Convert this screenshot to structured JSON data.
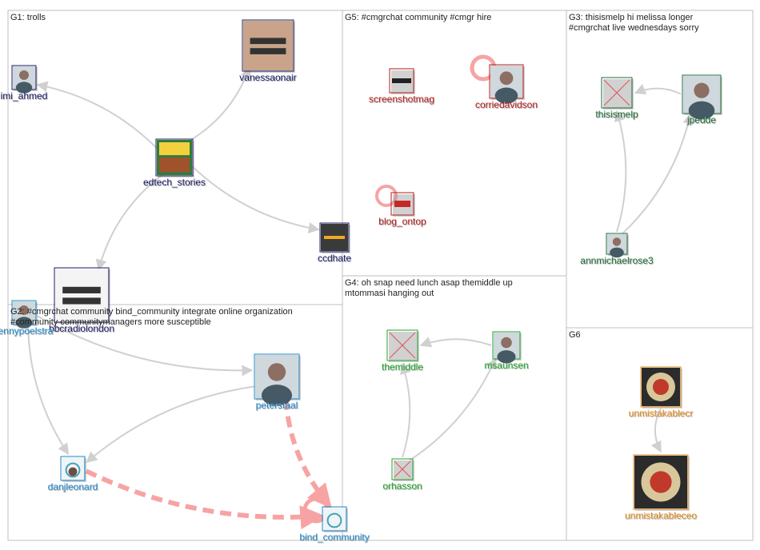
{
  "colors": {
    "border": "#bfbfbf",
    "edge": "#d0d0d0",
    "edge_strong": "#f7a3a3",
    "G1": "#1a1a66",
    "G2": "#1f86c9",
    "G3": "#1d6b34",
    "G4": "#1fa32a",
    "G5": "#b31b1b",
    "G6": "#e08a1a"
  },
  "groups": [
    {
      "id": "G1",
      "label": "G1: trolls"
    },
    {
      "id": "G2",
      "label": "G2: #cmgrchat community bind_community integrate online organization #community communitymanagers more susceptible"
    },
    {
      "id": "G3",
      "label": "G3: thisismelp hi melissa longer #cmgrchat live wednesdays sorry"
    },
    {
      "id": "G4",
      "label": "G4: oh snap need lunch asap themiddle up mtommasi hanging out"
    },
    {
      "id": "G5",
      "label": "G5: #cmgrchat community #cmgr hire"
    },
    {
      "id": "G6",
      "label": "G6"
    }
  ],
  "nodes": [
    {
      "id": "imi_ahmed",
      "label": "imi_ahmed",
      "group": "G1",
      "icon": "person-photo-icon"
    },
    {
      "id": "vanessaonair",
      "label": "vanessaonair",
      "group": "G1",
      "icon": "bbc-radio-london-photo-icon"
    },
    {
      "id": "edtech_stories",
      "label": "edtech_stories",
      "group": "G1",
      "icon": "tech-logo-icon"
    },
    {
      "id": "ccdhate",
      "label": "ccdhate",
      "group": "G1",
      "icon": "ccdh-logo-icon"
    },
    {
      "id": "bbcradiolondon",
      "label": "bbcradiolondon",
      "group": "G1",
      "icon": "bbc-radio-london-logo-icon"
    },
    {
      "id": "rennypoelstra",
      "label": "rennypoelstra",
      "group": "G2",
      "icon": "person-photo-icon"
    },
    {
      "id": "peterstaal",
      "label": "peterstaal",
      "group": "G2",
      "icon": "person-photo-icon"
    },
    {
      "id": "danjleonard",
      "label": "danjleonard",
      "group": "G2",
      "icon": "bind-person-icon"
    },
    {
      "id": "bind_community",
      "label": "bind_community",
      "group": "G2",
      "icon": "bind-logo-icon"
    },
    {
      "id": "screenshotmag",
      "label": "screenshotmag",
      "group": "G5",
      "icon": "screenshot-logo-icon"
    },
    {
      "id": "corriedavidson",
      "label": "corriedavidson",
      "group": "G5",
      "icon": "person-photo-icon"
    },
    {
      "id": "blog_ontop",
      "label": "blog_ontop",
      "group": "G5",
      "icon": "bot-logo-icon"
    },
    {
      "id": "thisismelp",
      "label": "thisismelp",
      "group": "G3",
      "icon": "broken-image-icon"
    },
    {
      "id": "jpedde",
      "label": "jpedde",
      "group": "G3",
      "icon": "person-photo-icon"
    },
    {
      "id": "annmichaelrose3",
      "label": "annmichaelrose3",
      "group": "G3",
      "icon": "person-photo-icon"
    },
    {
      "id": "themiddle",
      "label": "themiddle",
      "group": "G4",
      "icon": "broken-image-icon"
    },
    {
      "id": "msaunsen",
      "label": "msaunsen",
      "group": "G4",
      "icon": "person-photo-icon"
    },
    {
      "id": "orhasson",
      "label": "orhasson",
      "group": "G4",
      "icon": "broken-image-icon"
    },
    {
      "id": "unmistakablecr",
      "label": "unmistakablecr",
      "group": "G6",
      "icon": "unmistakable-logo-icon"
    },
    {
      "id": "unmistakableceo",
      "label": "unmistakableceo",
      "group": "G6",
      "icon": "unmistakable-logo-icon"
    }
  ],
  "edges": [
    {
      "from": "edtech_stories",
      "to": "imi_ahmed",
      "weight": 1
    },
    {
      "from": "edtech_stories",
      "to": "vanessaonair",
      "weight": 1
    },
    {
      "from": "edtech_stories",
      "to": "ccdhate",
      "weight": 1
    },
    {
      "from": "edtech_stories",
      "to": "bbcradiolondon",
      "weight": 1
    },
    {
      "from": "rennypoelstra",
      "to": "peterstaal",
      "weight": 1
    },
    {
      "from": "rennypoelstra",
      "to": "danjleonard",
      "weight": 1
    },
    {
      "from": "peterstaal",
      "to": "danjleonard",
      "weight": 1
    },
    {
      "from": "peterstaal",
      "to": "bind_community",
      "weight": 3
    },
    {
      "from": "danjleonard",
      "to": "bind_community",
      "weight": 3
    },
    {
      "from": "corriedavidson",
      "to": "corriedavidson",
      "weight": 2
    },
    {
      "from": "blog_ontop",
      "to": "blog_ontop",
      "weight": 1
    },
    {
      "from": "bind_community",
      "to": "bind_community",
      "weight": 2
    },
    {
      "from": "jpedde",
      "to": "thisismelp",
      "weight": 1
    },
    {
      "from": "annmichaelrose3",
      "to": "thisismelp",
      "weight": 1
    },
    {
      "from": "annmichaelrose3",
      "to": "jpedde",
      "weight": 1
    },
    {
      "from": "msaunsen",
      "to": "themiddle",
      "weight": 1
    },
    {
      "from": "orhasson",
      "to": "themiddle",
      "weight": 1
    },
    {
      "from": "orhasson",
      "to": "msaunsen",
      "weight": 1
    },
    {
      "from": "unmistakablecr",
      "to": "unmistakableceo",
      "weight": 1
    }
  ]
}
